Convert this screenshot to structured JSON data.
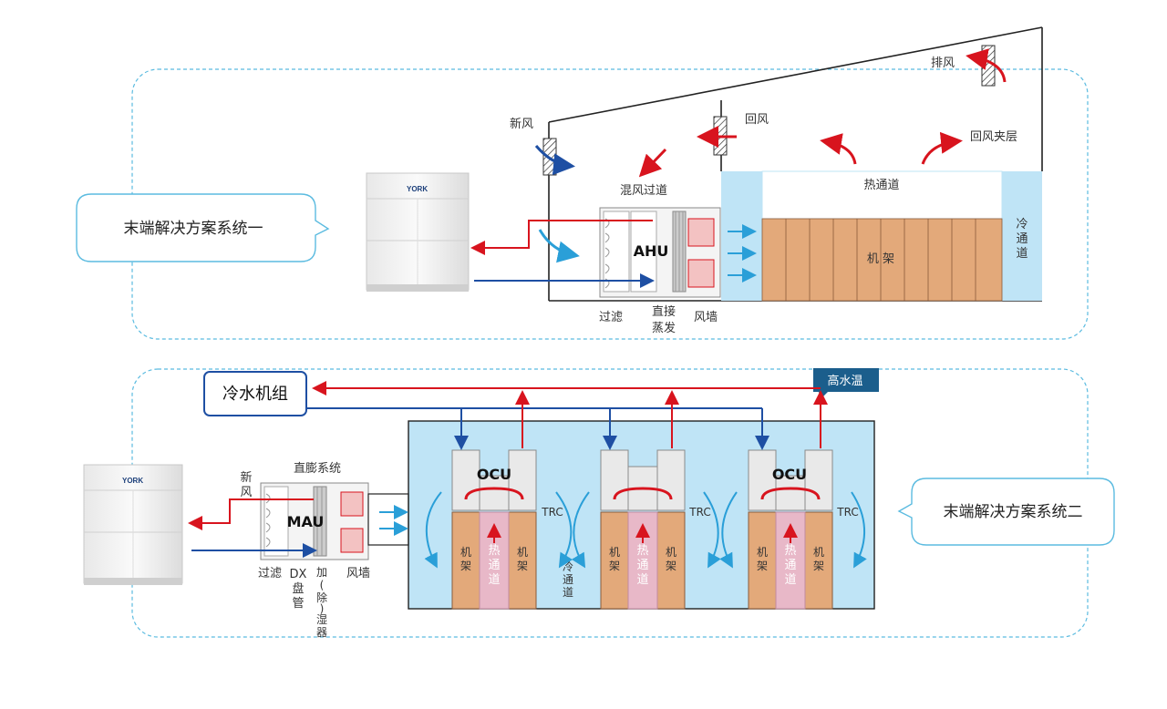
{
  "system_one": {
    "callout": "末端解决方案系统一",
    "labels": {
      "exhaust": "排风",
      "fresh_air": "新风",
      "return_air": "回风",
      "return_plenum": "回风夹层",
      "mixing_path": "混风过道",
      "hot_aisle": "热通道",
      "cold_aisle": "冷通道",
      "rack": "机 架",
      "ahu": "AHU",
      "filter": "过滤",
      "direct_evap_1": "直接",
      "direct_evap_2": "蒸发",
      "fan_wall": "风墙"
    }
  },
  "system_two": {
    "callout": "末端解决方案系统二",
    "chiller": "冷水机组",
    "high_water_temp": "高水温",
    "labels": {
      "fresh_air": "新风",
      "direct_expansion": "直膨系统",
      "mau": "MAU",
      "filter": "过滤",
      "dx_coil": "DX盘管",
      "humidifier": "加(除)湿器",
      "fan_wall": "风墙",
      "ocu": "OCU",
      "trc": "TRC",
      "rack": "机架",
      "hot_aisle": "热通道",
      "cold_aisle": "冷通道"
    }
  },
  "brand": "YORK",
  "colors": {
    "dashed_border": "#5bbbe0",
    "supply_blue": "#1e4fa3",
    "return_red": "#d8141e",
    "light_blue": "#bfe4f6",
    "rack_orange": "#e3a97a",
    "hot_pink": "#e8b8c8",
    "callout_dark": "#1b5e8c"
  }
}
